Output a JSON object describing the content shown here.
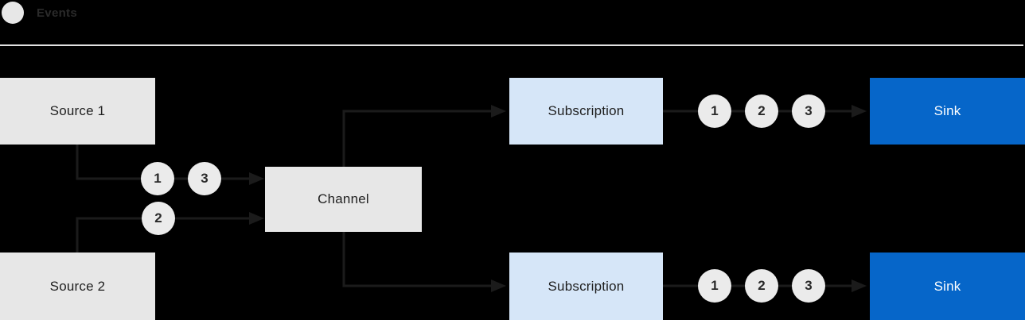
{
  "legend": {
    "label": "Events"
  },
  "colors": {
    "background": "#000000",
    "box-gray": "#e7e7e7",
    "box-light-blue": "#d6e6f8",
    "box-blue": "#0666c9",
    "line-color": "#1b1b1b",
    "divider-color": "#e2e2e2",
    "circle-fill": "#ebebeb",
    "text-dark": "#1f1f1f",
    "text-white": "#ffffff"
  },
  "nodes": {
    "source1": {
      "label": "Source 1"
    },
    "source2": {
      "label": "Source 2"
    },
    "channel": {
      "label": "Channel"
    },
    "subscription1": {
      "label": "Subscription"
    },
    "subscription2": {
      "label": "Subscription"
    },
    "sink1": {
      "label": "Sink"
    },
    "sink2": {
      "label": "Sink"
    }
  },
  "events": {
    "source1_to_channel": [
      "1",
      "3"
    ],
    "source2_to_channel": [
      "2"
    ],
    "subscription1_to_sink": [
      "1",
      "2",
      "3"
    ],
    "subscription2_to_sink": [
      "1",
      "2",
      "3"
    ]
  }
}
